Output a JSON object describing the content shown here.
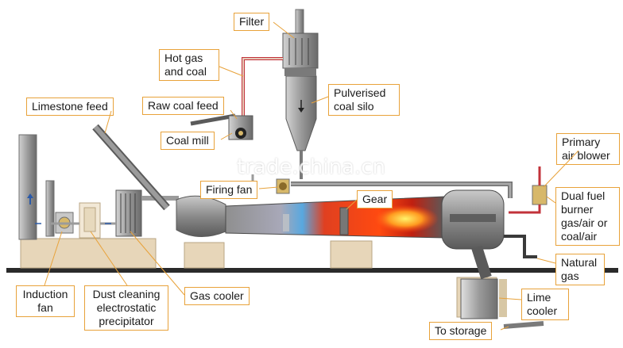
{
  "labels": {
    "filter": "Filter",
    "hot_gas_coal": "Hot gas and coal",
    "pulverised_coal_silo": "Pulverised coal silo",
    "limestone_feed": "Limestone feed",
    "raw_coal_feed": "Raw coal feed",
    "coal_mill": "Coal mill",
    "primary_air_blower": "Primary air blower",
    "firing_fan": "Firing fan",
    "gear": "Gear",
    "dual_fuel_burner": "Dual fuel burner gas/air or coal/air",
    "natural_gas": "Natural gas",
    "induction_fan": "Induction fan",
    "dust_cleaning_precipitator": "Dust cleaning electrostatic precipitator",
    "gas_cooler": "Gas cooler",
    "lime_cooler": "Lime cooler",
    "to_storage": "To storage"
  },
  "watermark": "trade.china.cn",
  "colors": {
    "label_border": "#e8a23a",
    "pipe": "#9b9b9b",
    "pipe_outline": "#6f6f6f",
    "pipe_red": "#c2323a",
    "flame": "#ff5a1f",
    "ground": "#2a2a2a",
    "foundation": "#e7d6b9"
  }
}
